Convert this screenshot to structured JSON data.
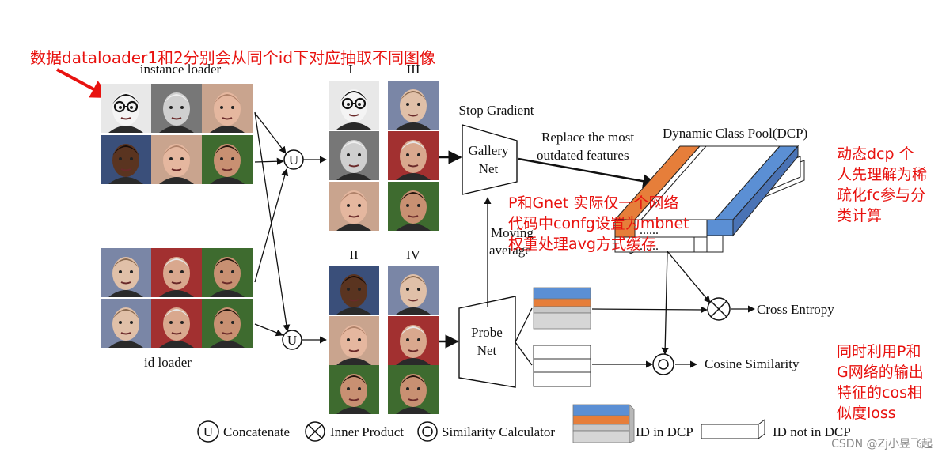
{
  "annotations": {
    "top_note": "数据dataloader1和2分别会从同个id下对应抽取不同图像",
    "dcp_note": "动态dcp 个\n人先理解为稀\n疏化fc参与分\n类计算",
    "net_note_1": "P和Gnet 实际仅一个网络",
    "net_note_2": "代码中confg设置为mbnet",
    "net_note_3": "权重处理avg方式缓存",
    "loss_note": "同时利用P和\nG网络的输出\n特征的cos相\n似度loss"
  },
  "labels": {
    "instance_loader": "instance loader",
    "id_loader": "id loader",
    "group_i": "I",
    "group_ii": "II",
    "group_iii": "III",
    "group_iv": "IV",
    "concat_symbol": "U",
    "stop_gradient": "Stop Gradient",
    "gallery_net_1": "Gallery",
    "gallery_net_2": "Net",
    "probe_net_1": "Probe",
    "probe_net_2": "Net",
    "replace_1": "Replace the most",
    "replace_2": "outdated features",
    "dcp_title": "Dynamic Class Pool(DCP)",
    "moving_1": "Moving",
    "moving_2": "average",
    "dots": "......",
    "cross_entropy": "Cross Entropy",
    "cosine_similarity": "Cosine Similarity"
  },
  "legend": {
    "concat_symbol": "U",
    "concatenate": "Concatenate",
    "inner_product": "Inner Product",
    "similarity_calculator": "Similarity Calculator",
    "id_in_dcp": "ID in DCP",
    "id_not_in_dcp": "ID not in DCP"
  },
  "watermark": "CSDN @Zj小昱飞起",
  "colors": {
    "annotation_red": "#e8120f",
    "feature_blue": "#5b8fd4",
    "feature_orange": "#e67e3a",
    "feature_gray": "#c8c8c8"
  },
  "faces": {
    "instance": [
      "cartoon-face-glasses",
      "elderly-man-face",
      "woman-face",
      "dark-skin-man-face",
      "woman-face",
      "young-man-face"
    ],
    "id": [
      "man-suit-face",
      "man-flag-face",
      "young-man-face",
      "man-suit-face",
      "man-flag-face",
      "young-man-face"
    ],
    "group_i": [
      "cartoon-face-glasses",
      "elderly-man-face",
      "woman-face"
    ],
    "group_iii": [
      "man-suit-face",
      "man-flag-face",
      "young-man-face"
    ],
    "group_ii": [
      "dark-skin-man-face",
      "woman-face",
      "young-man-face"
    ],
    "group_iv": [
      "man-suit-face",
      "man-flag-face",
      "young-man-face"
    ]
  }
}
